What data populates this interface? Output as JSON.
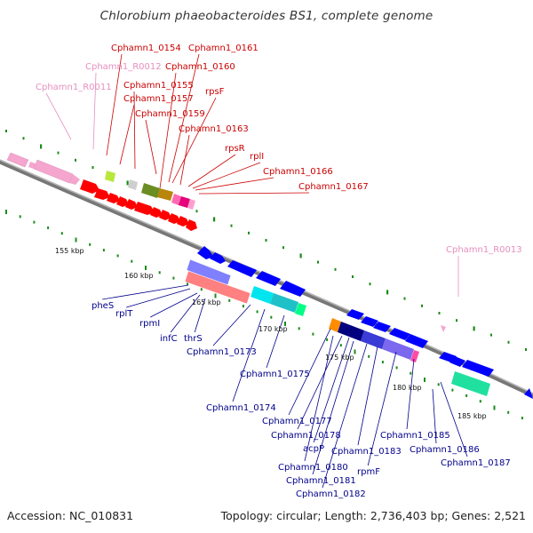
{
  "header": {
    "title": "Chlorobium phaeobacteroides BS1, complete genome"
  },
  "footer": {
    "accession": "Accession: NC_010831",
    "summary": "Topology: circular; Length: 2,736,403 bp; Genes: 2,521"
  },
  "scale_labels": [
    "155 kbp",
    "160 kbp",
    "165 kbp",
    "170 kbp",
    "175 kbp",
    "180 kbp",
    "185 kbp"
  ],
  "forward_strand_labels": [
    "Cphamn1_0154",
    "Cphamn1_0161",
    "Cphamn1_R0012",
    "Cphamn1_0160",
    "Cphamn1_R0011",
    "Cphamn1_0155",
    "rpsF",
    "Cphamn1_0157",
    "Cphamn1_0159",
    "Cphamn1_0163",
    "rpsR",
    "rplI",
    "Cphamn1_0166",
    "Cphamn1_0167",
    "Cphamn1_R0013"
  ],
  "reverse_strand_labels": [
    "pheS",
    "rplT",
    "rpmI",
    "infC",
    "thrS",
    "Cphamn1_0173",
    "Cphamn1_0175",
    "Cphamn1_0174",
    "Cphamn1_0177",
    "Cphamn1_0178",
    "acpP",
    "Cphamn1_0183",
    "Cphamn1_0180",
    "Cphamn1_0181",
    "Cphamn1_0182",
    "rpmF",
    "Cphamn1_0185",
    "Cphamn1_0186",
    "Cphamn1_0187"
  ],
  "colors": {
    "forward_label": "#cc0000",
    "rna_label": "#e68fbf",
    "reverse_label": "#00008b",
    "backbone": "#8a8a8a",
    "tick_dots": "#1a8c1a"
  }
}
